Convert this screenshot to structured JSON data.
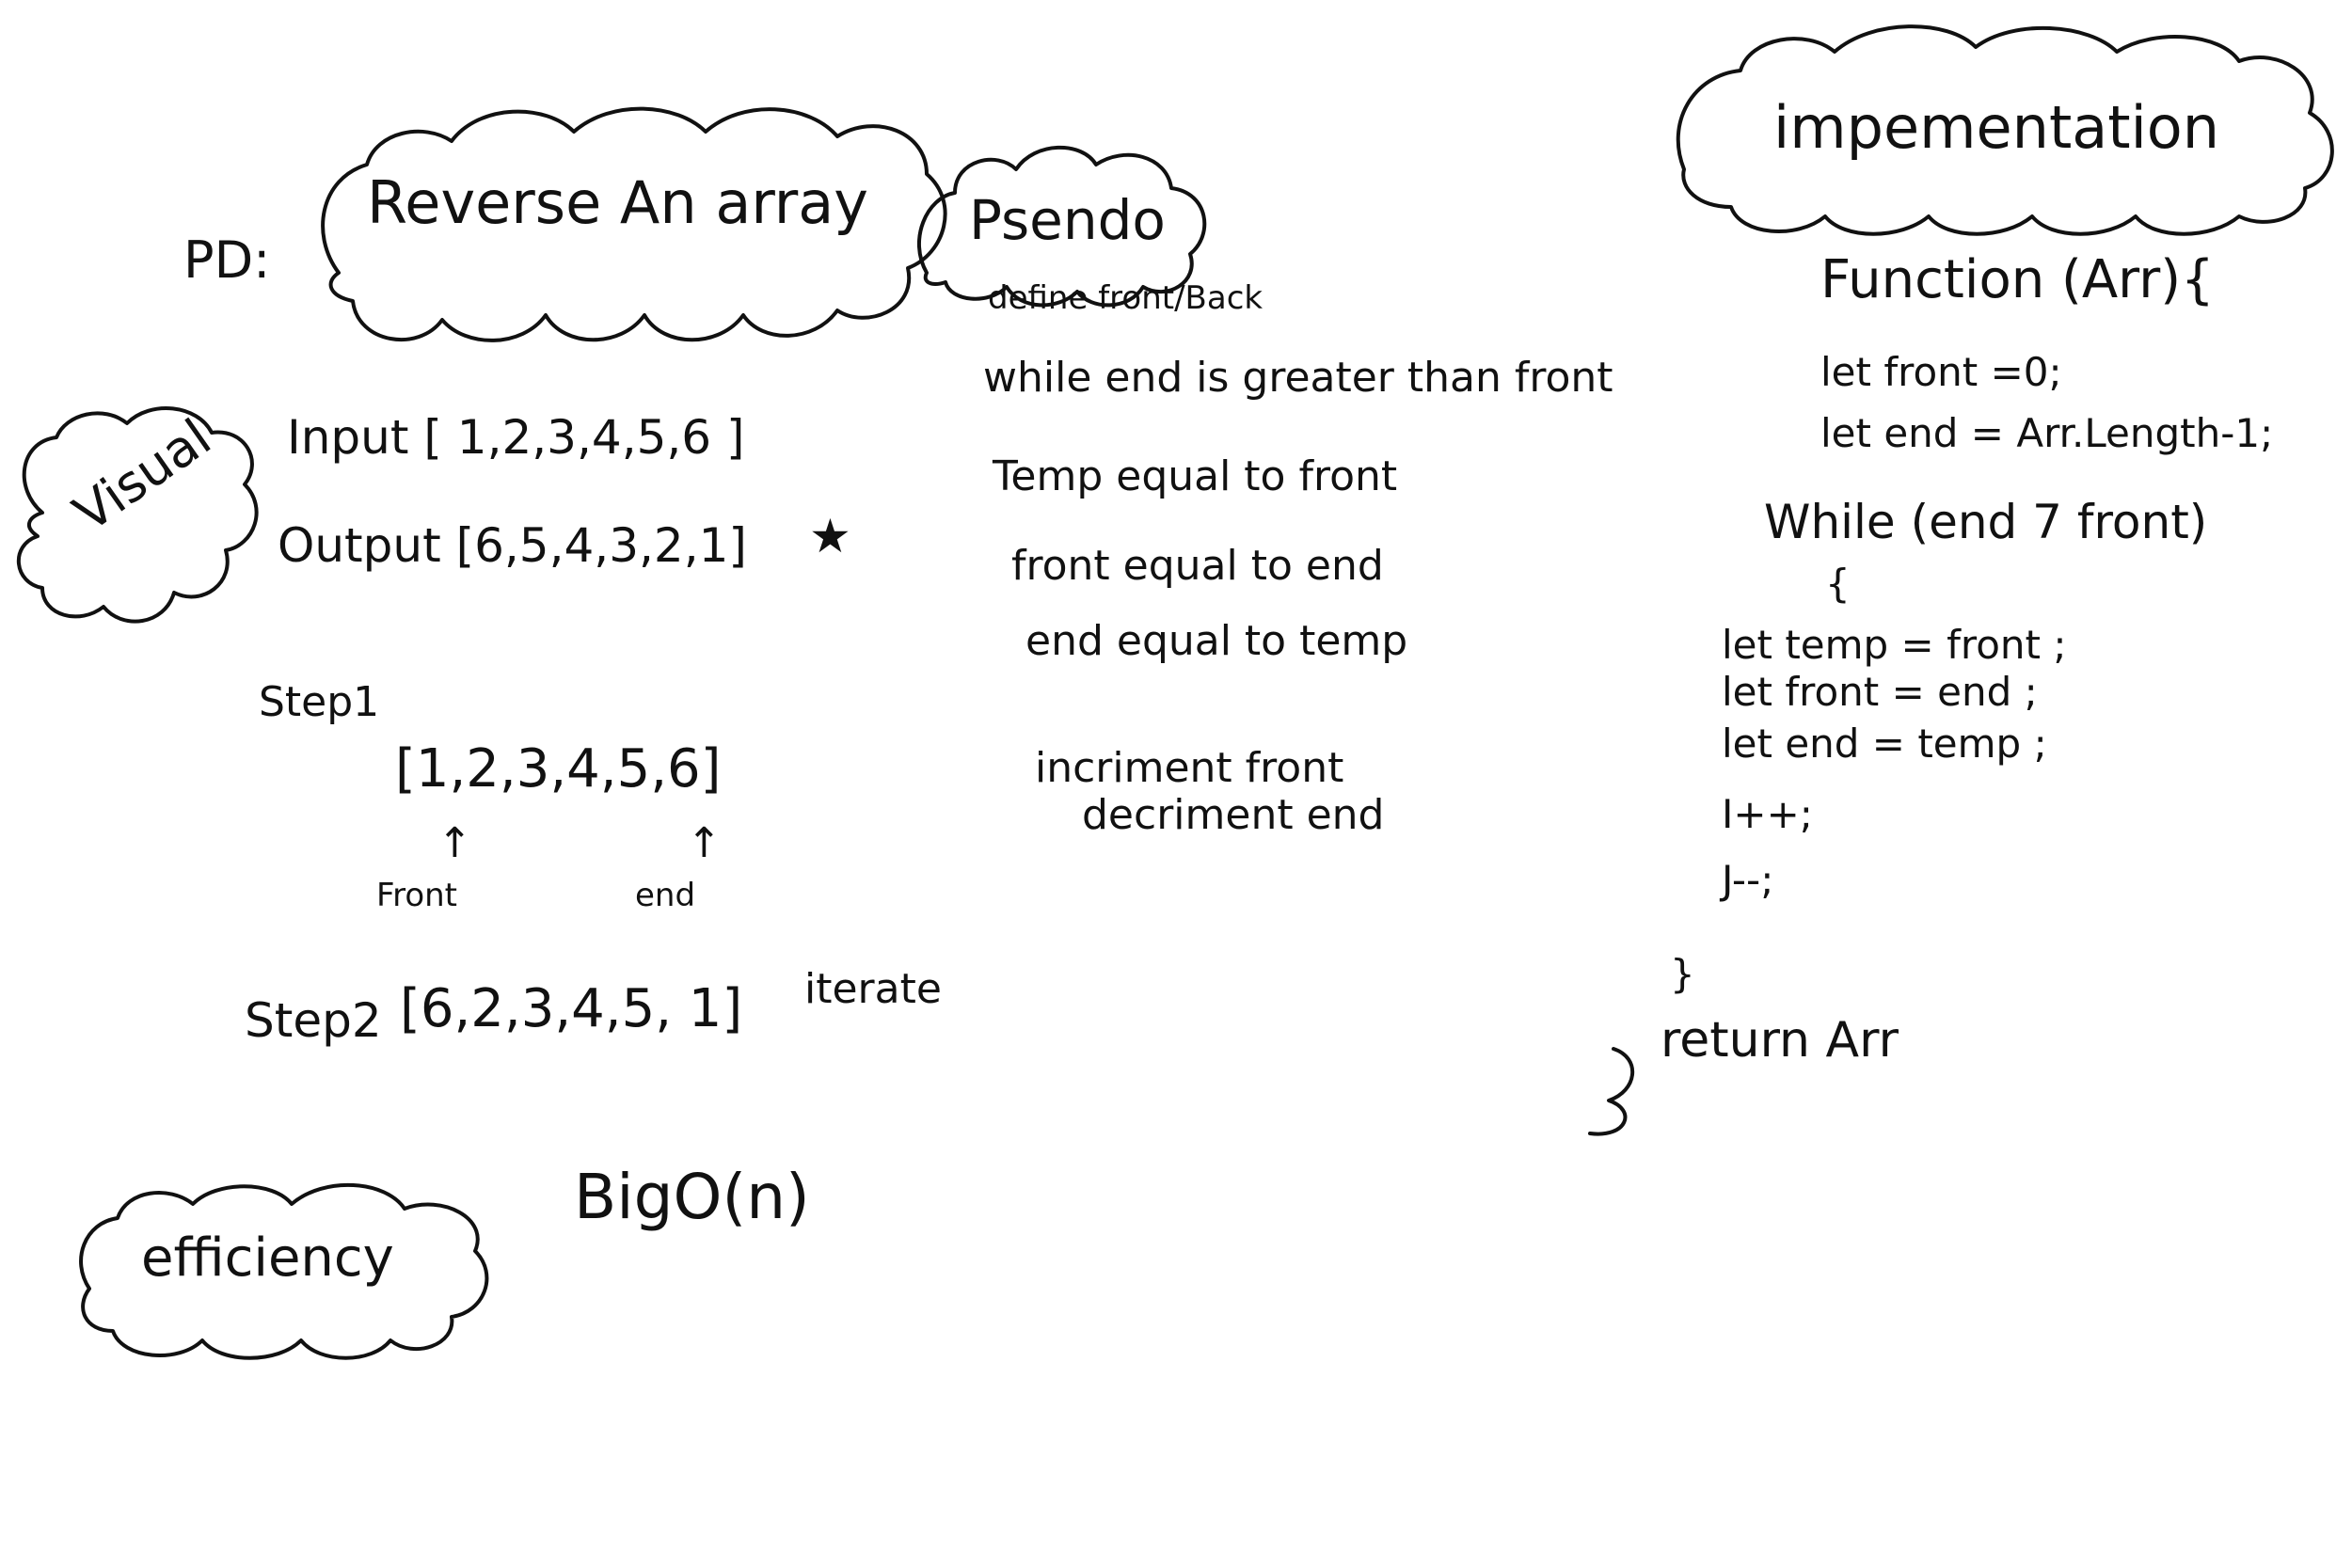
{
  "ink_color": "#111111",
  "background_color": "#ffffff",
  "problem": {
    "prefix": "PD:",
    "title": "Reverse An array"
  },
  "pseudo": {
    "title": "Psendo",
    "lines": [
      "define front/Back",
      "while end is greater than front",
      "Temp equal to front",
      "front equal to end",
      "end equal to temp",
      "incriment front",
      "decriment end"
    ]
  },
  "implementation": {
    "title": "impementation",
    "code": [
      "Function (Arr){",
      "let front =0;",
      "let end = Arr.Length-1;",
      "While (end 7 front)",
      "{",
      "let temp = front ;",
      "let front = end ;",
      "let end = temp ;",
      "I++;",
      "J--;",
      "}",
      "return Arr",
      "}"
    ]
  },
  "visual": {
    "title": "Visual",
    "input": "Input [ 1,2,3,4,5,6 ]",
    "output": "Output [6,5,4,3,2,1]",
    "star": "★",
    "step1_label": "Step1",
    "step1_array": "[1,2,3,4,5,6]",
    "front_label": "Front",
    "end_label": "end",
    "pointer": "↑",
    "step2_label": "Step2",
    "step2_array": "[6,2,3,4,5, 1]",
    "step2_note": "iterate"
  },
  "efficiency": {
    "title": "efficiency",
    "value": "BigO(n)"
  }
}
